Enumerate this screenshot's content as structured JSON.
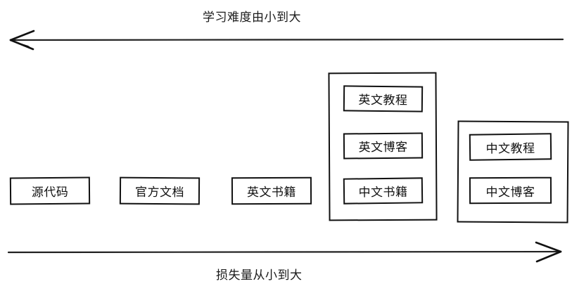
{
  "diagram": {
    "title_top": "学习难度由小到大",
    "title_bottom": "损失量从小到大",
    "axis_top": {
      "label": "学习难度由小到大",
      "direction": "left",
      "arrow_icon": "arrow-left-icon"
    },
    "axis_bottom": {
      "label": "损失量从小到大",
      "direction": "right",
      "arrow_icon": "arrow-right-icon"
    },
    "standalone_nodes": [
      {
        "label": "源代码"
      },
      {
        "label": "官方文档"
      },
      {
        "label": "英文书籍"
      }
    ],
    "groups": [
      {
        "name": "group-english-middle",
        "items": [
          {
            "label": "英文教程"
          },
          {
            "label": "英文博客"
          },
          {
            "label": "中文书籍"
          }
        ]
      },
      {
        "name": "group-chinese-right",
        "items": [
          {
            "label": "中文教程"
          },
          {
            "label": "中文博客"
          }
        ]
      }
    ],
    "colors": {
      "stroke": "#111111",
      "text": "#1a1a1a",
      "background": "#ffffff"
    }
  }
}
